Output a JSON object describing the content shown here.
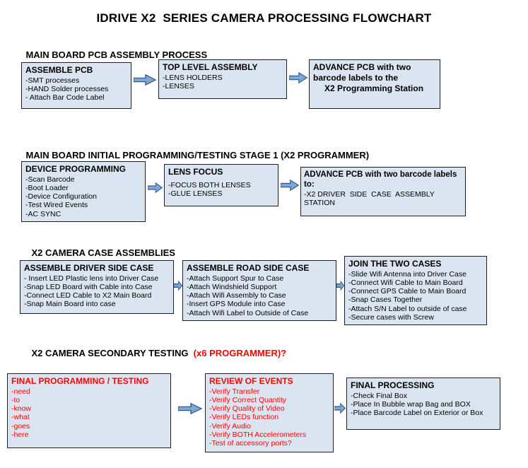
{
  "title": "IDRIVE X2  SERIES CAMERA PROCESSING FLOWCHART",
  "colors": {
    "box_fill": "#dbe5f1",
    "box_border": "#1f1f1f",
    "arrow_fill": "#7da7d8",
    "arrow_border": "#355a8c",
    "alert_red": "#ff0000"
  },
  "sections": [
    {
      "heading": "MAIN BOARD PCB ASSEMBLY PROCESS",
      "boxes": [
        {
          "title": "ASSEMBLE PCB",
          "items": [
            "-SMT processes",
            "-HAND Solder processes",
            "- Attach Bar Code Label"
          ]
        },
        {
          "title": "TOP LEVEL ASSEMBLY",
          "items": [
            "-LENS HOLDERS",
            "-LENSES"
          ]
        },
        {
          "title": "ADVANCE PCB with two barcode labels to the",
          "items": [
            "X2 Programming Station"
          ]
        }
      ]
    },
    {
      "heading": "MAIN BOARD INITIAL PROGRAMMING/TESTING STAGE 1 (X2 PROGRAMMER)",
      "boxes": [
        {
          "title": "DEVICE PROGRAMMING",
          "items": [
            "-Scan Barcode",
            "-Boot Loader",
            "-Device Configuration",
            "-Test Wired Events",
            "-AC SYNC"
          ]
        },
        {
          "title": "LENS FOCUS",
          "items": [
            "-FOCUS BOTH LENSES",
            "-GLUE LENSES"
          ]
        },
        {
          "title": "ADVANCE PCB with two barcode labels to:",
          "items": [
            "-X2 DRIVER  SIDE  CASE  ASSEMBLY STATION"
          ]
        }
      ]
    },
    {
      "heading": "X2 CAMERA CASE ASSEMBLIES",
      "boxes": [
        {
          "title": "ASSEMBLE DRIVER SIDE CASE",
          "items": [
            "- Insert LED Plastic lens into Driver Case",
            "-Snap LED Board with Cable into Case",
            "-Connect LED Cable to X2 Main Board",
            "-Snap Main Board into case"
          ]
        },
        {
          "title": "ASSEMBLE ROAD SIDE CASE",
          "items": [
            "-Attach Support Spur to Case",
            "-Attach Windshield Support",
            "-Attach Wifi Assembly to Case",
            "-Insert GPS Module into Case",
            "-Attach Wifi Label to Outside of Case"
          ]
        },
        {
          "title": "JOIN THE TWO CASES",
          "items": [
            "-Slide Wifi Antenna into Driver Case",
            "-Connect Wifi Cable to Main Board",
            "-Connect GPS Cable to Main Board",
            "-Snap Cases Together",
            "-Attach S/N Label to outside of case",
            "-Secure cases with Screw"
          ]
        }
      ]
    },
    {
      "heading": "X2 CAMERA SECONDARY TESTING  ",
      "heading_suffix": "(x6 PROGRAMMER)?",
      "boxes": [
        {
          "title": "FINAL PROGRAMMING / TESTING",
          "items": [
            "-need",
            "-to",
            "-know",
            "-what",
            "-goes",
            "-here"
          ]
        },
        {
          "title": "REVIEW OF EVENTS",
          "items": [
            "-Verify Transfer",
            "-Verify Correct Quantity",
            "-Verify Quality of Video",
            "-Verify LEDs function",
            "-Verify Audio",
            "-Verify BOTH Accelerometers",
            "-Test of accessory ports?"
          ]
        },
        {
          "title": "FINAL PROCESSING",
          "items": [
            "-Check Final Box",
            "-Place In Bubble wrap Bag and BOX",
            "-Place Barcode Label on Exterior or Box"
          ]
        }
      ]
    }
  ]
}
